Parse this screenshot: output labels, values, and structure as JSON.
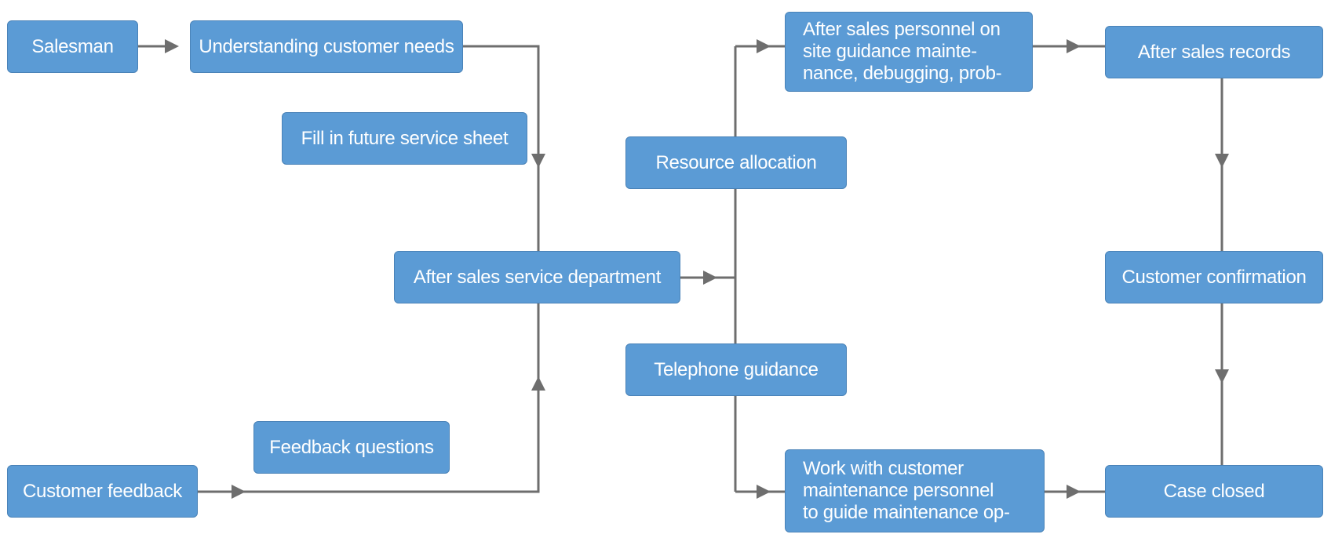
{
  "diagram": {
    "nodes": {
      "salesman": "Salesman",
      "understanding_customer_needs": "Understanding customer needs",
      "fill_in_future_service_sheet": "Fill in future service sheet",
      "after_sales_service_department": "After sales service department",
      "feedback_questions": "Feedback questions",
      "customer_feedback": "Customer feedback",
      "resource_allocation": "Resource allocation",
      "telephone_guidance": "Telephone guidance",
      "after_sales_personnel_on_site": "After sales personnel on\nsite guidance mainte-\nnance, debugging, prob-",
      "work_with_customer_maintenance": "Work with customer\nmaintenance personnel\nto guide maintenance op-",
      "after_sales_records": "After sales records",
      "customer_confirmation": "Customer confirmation",
      "case_closed": "Case closed"
    },
    "colors": {
      "node_fill": "#5b9bd5",
      "node_border": "#4a83b8",
      "node_text": "#ffffff",
      "connector": "#6e6e6e"
    }
  }
}
